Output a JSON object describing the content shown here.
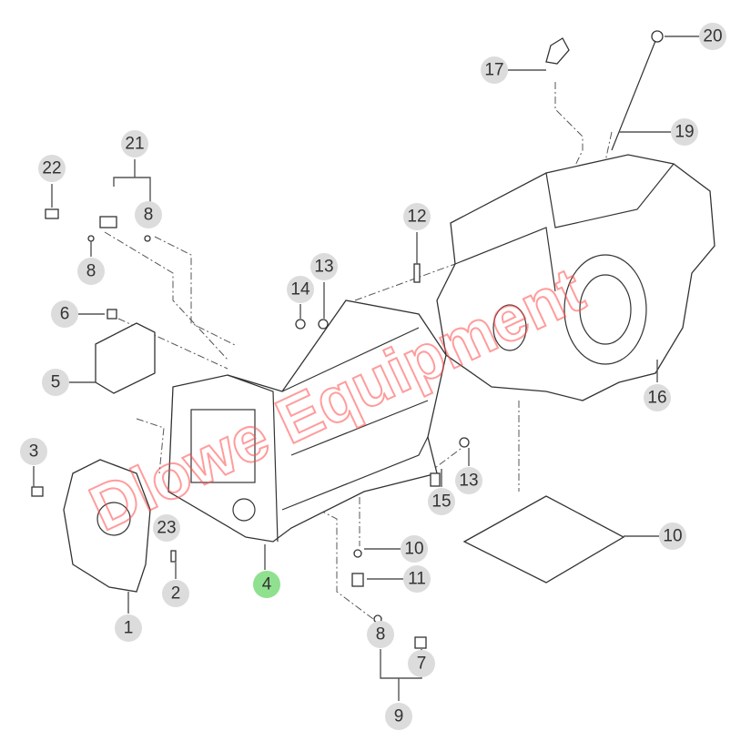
{
  "diagram": {
    "highlight_color": "#8fe08f",
    "callout_color": "#dcdcdc",
    "watermark_color": "#ff4d4d",
    "watermark_text": "Dlowe Equipment",
    "callouts": [
      "20",
      "17",
      "19",
      "21",
      "22",
      "8",
      "8",
      "12",
      "13",
      "14",
      "6",
      "5",
      "16",
      "3",
      "13",
      "15",
      "23",
      "10",
      "10",
      "2",
      "4",
      "11",
      "1",
      "8",
      "7",
      "9"
    ],
    "highlighted_callout": "4"
  }
}
